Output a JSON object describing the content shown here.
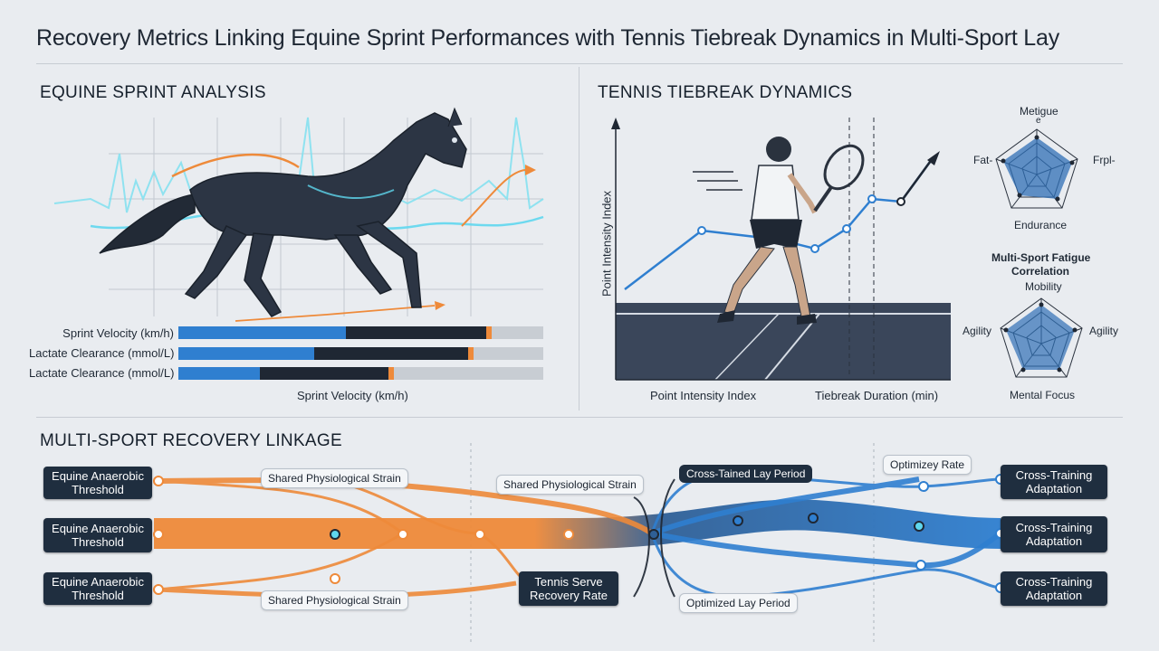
{
  "title": "Recovery Metrics Linking Equine Sprint Performances with Tennis Tiebreak Dynamics in Multi-Sport Lay",
  "equine": {
    "heading": "EQUINE SPRINT ANALYSIS",
    "bars": [
      {
        "label": "Sprint Velocity (km/h)",
        "value": 0.56
      },
      {
        "label": "Lactate Clearance (mmol/L)",
        "value": 0.53
      },
      {
        "label": "Lactate Clearance (mmol/L)",
        "value": 0.37
      }
    ],
    "axis_label": "Sprint Velocity (km/h)"
  },
  "tennis": {
    "heading": "TENNIS TIEBREAK DYNAMICS",
    "y_label": "Point Intensity Index",
    "x_label_left": "Point Intensity Index",
    "x_label_right": "Tiebreak Duration (min)"
  },
  "radar_top": {
    "labels": {
      "top_a": "Metigue",
      "top_b": "e",
      "left": "Fat-",
      "right": "Frpl-",
      "bottom": "Endurance"
    }
  },
  "radar_bottom": {
    "title_line1": "Multi-Sport Fatigue",
    "title_line2": "Correlation",
    "labels": {
      "top": "Mobility",
      "left": "Agility",
      "right": "Agility",
      "bottom": "Mental Focus"
    }
  },
  "linkage": {
    "heading": "MULTI-SPORT RECOVERY LINKAGE",
    "left_nodes": [
      "Equine Anaerobic Threshold",
      "Equine Anaerobic Threshold",
      "Equine Anaerobic Threshold"
    ],
    "right_nodes": [
      "Cross-Training Adaptation",
      "Cross-Training Adaptation",
      "Cross-Training Adaptation"
    ],
    "pill_strain_top": "Shared Physiological Strain",
    "pill_strain_mid": "Shared Physiological Strain",
    "pill_strain_bottom": "Shared Physiological Strain",
    "node_serve": "Tennis Serve Recovery Rate",
    "pill_cross_lay": "Cross-Tained Lay Period",
    "pill_optimized_lay": "Optimized Lay Period",
    "pill_optimize_rate": "Optimizey Rate"
  },
  "colors": {
    "orange": "#ee8a3a",
    "blue": "#2f7fd0",
    "navy": "#1f2e3f",
    "cyan": "#5fd7ee"
  }
}
